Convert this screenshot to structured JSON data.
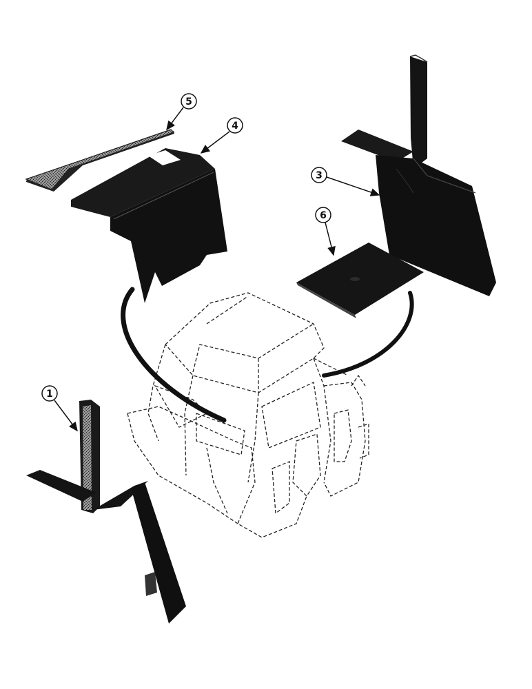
{
  "diagram": {
    "callouts": [
      {
        "id": "1",
        "label": "1"
      },
      {
        "id": "3",
        "label": "3"
      },
      {
        "id": "4",
        "label": "4"
      },
      {
        "id": "5",
        "label": "5"
      },
      {
        "id": "6",
        "label": "6"
      }
    ],
    "colors": {
      "part": "#141414",
      "part_edge": "#2a2a2a",
      "outline": "#222222",
      "felt": "#8a8a8a"
    }
  }
}
